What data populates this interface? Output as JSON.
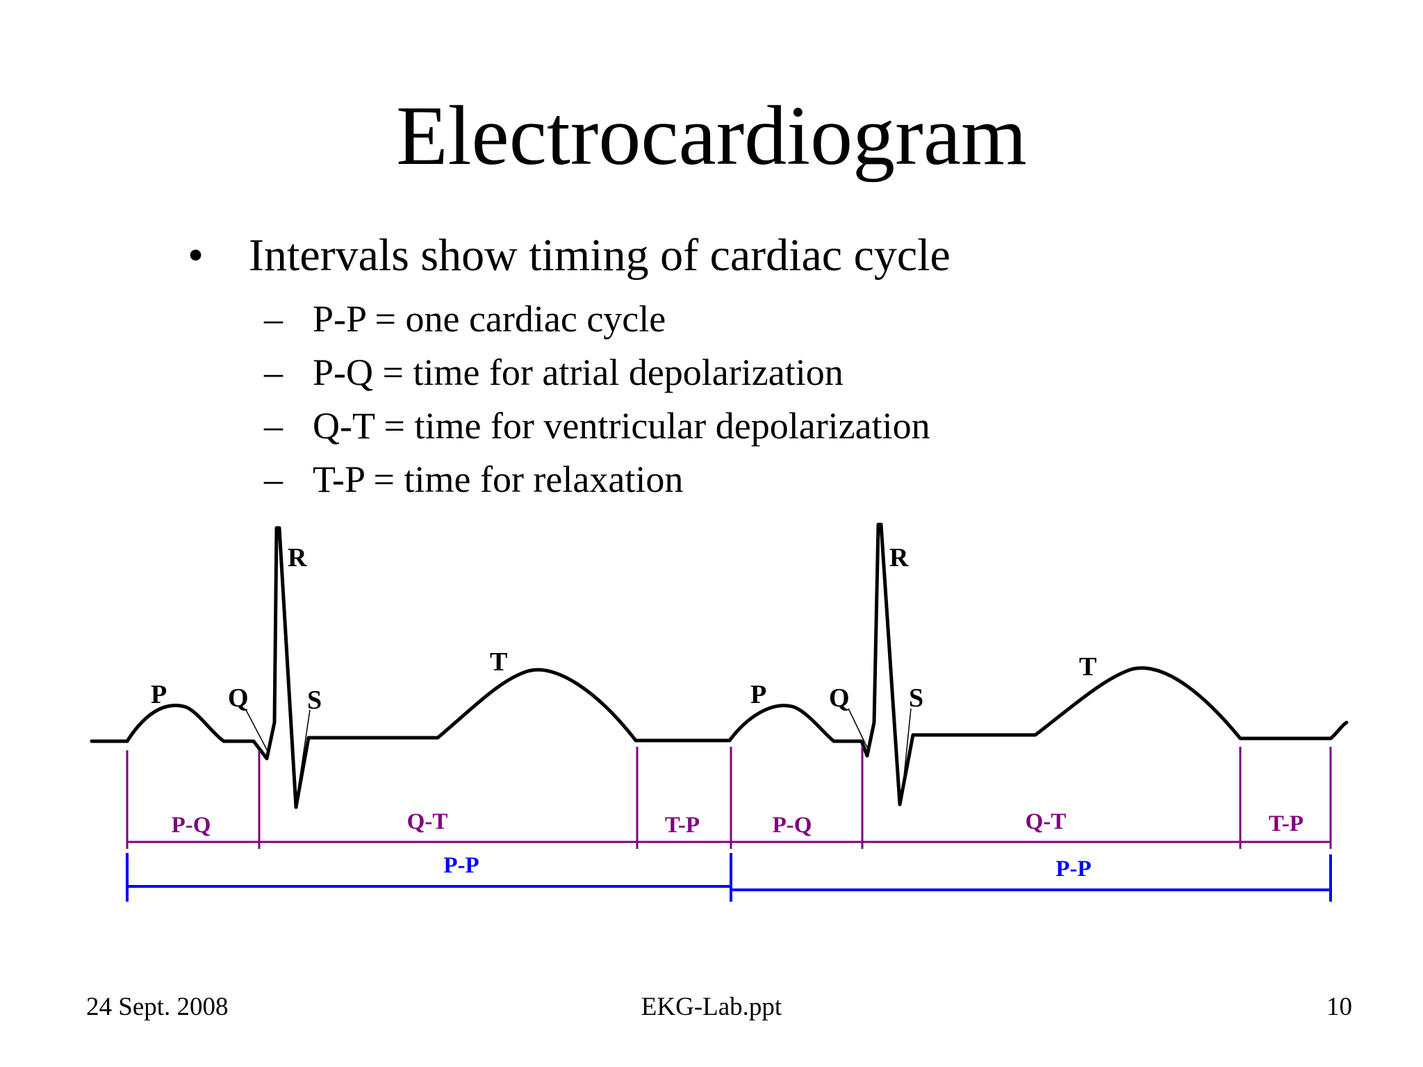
{
  "slide": {
    "title": "Electrocardiogram",
    "bullet": {
      "symbol": "•",
      "text": "Intervals show timing of cardiac cycle"
    },
    "sub_bullets": [
      {
        "symbol": "–",
        "text": "P-P = one cardiac cycle"
      },
      {
        "symbol": "–",
        "text": "P-Q = time for atrial depolarization"
      },
      {
        "symbol": "–",
        "text": "Q-T = time for ventricular depolarization"
      },
      {
        "symbol": "–",
        "text": "T-P = time for relaxation"
      }
    ]
  },
  "diagram": {
    "wave_color": "#000000",
    "interval_color": "#800080",
    "cycle_color": "#0000ff",
    "wave_labels": [
      "P",
      "Q",
      "R",
      "S",
      "T"
    ],
    "intervals": [
      "P-Q",
      "Q-T",
      "T-P"
    ],
    "cycle_label": "P-P",
    "cycles": 2
  },
  "footer": {
    "date": "24 Sept. 2008",
    "filename": "EKG-Lab.ppt",
    "page_number": "10"
  }
}
